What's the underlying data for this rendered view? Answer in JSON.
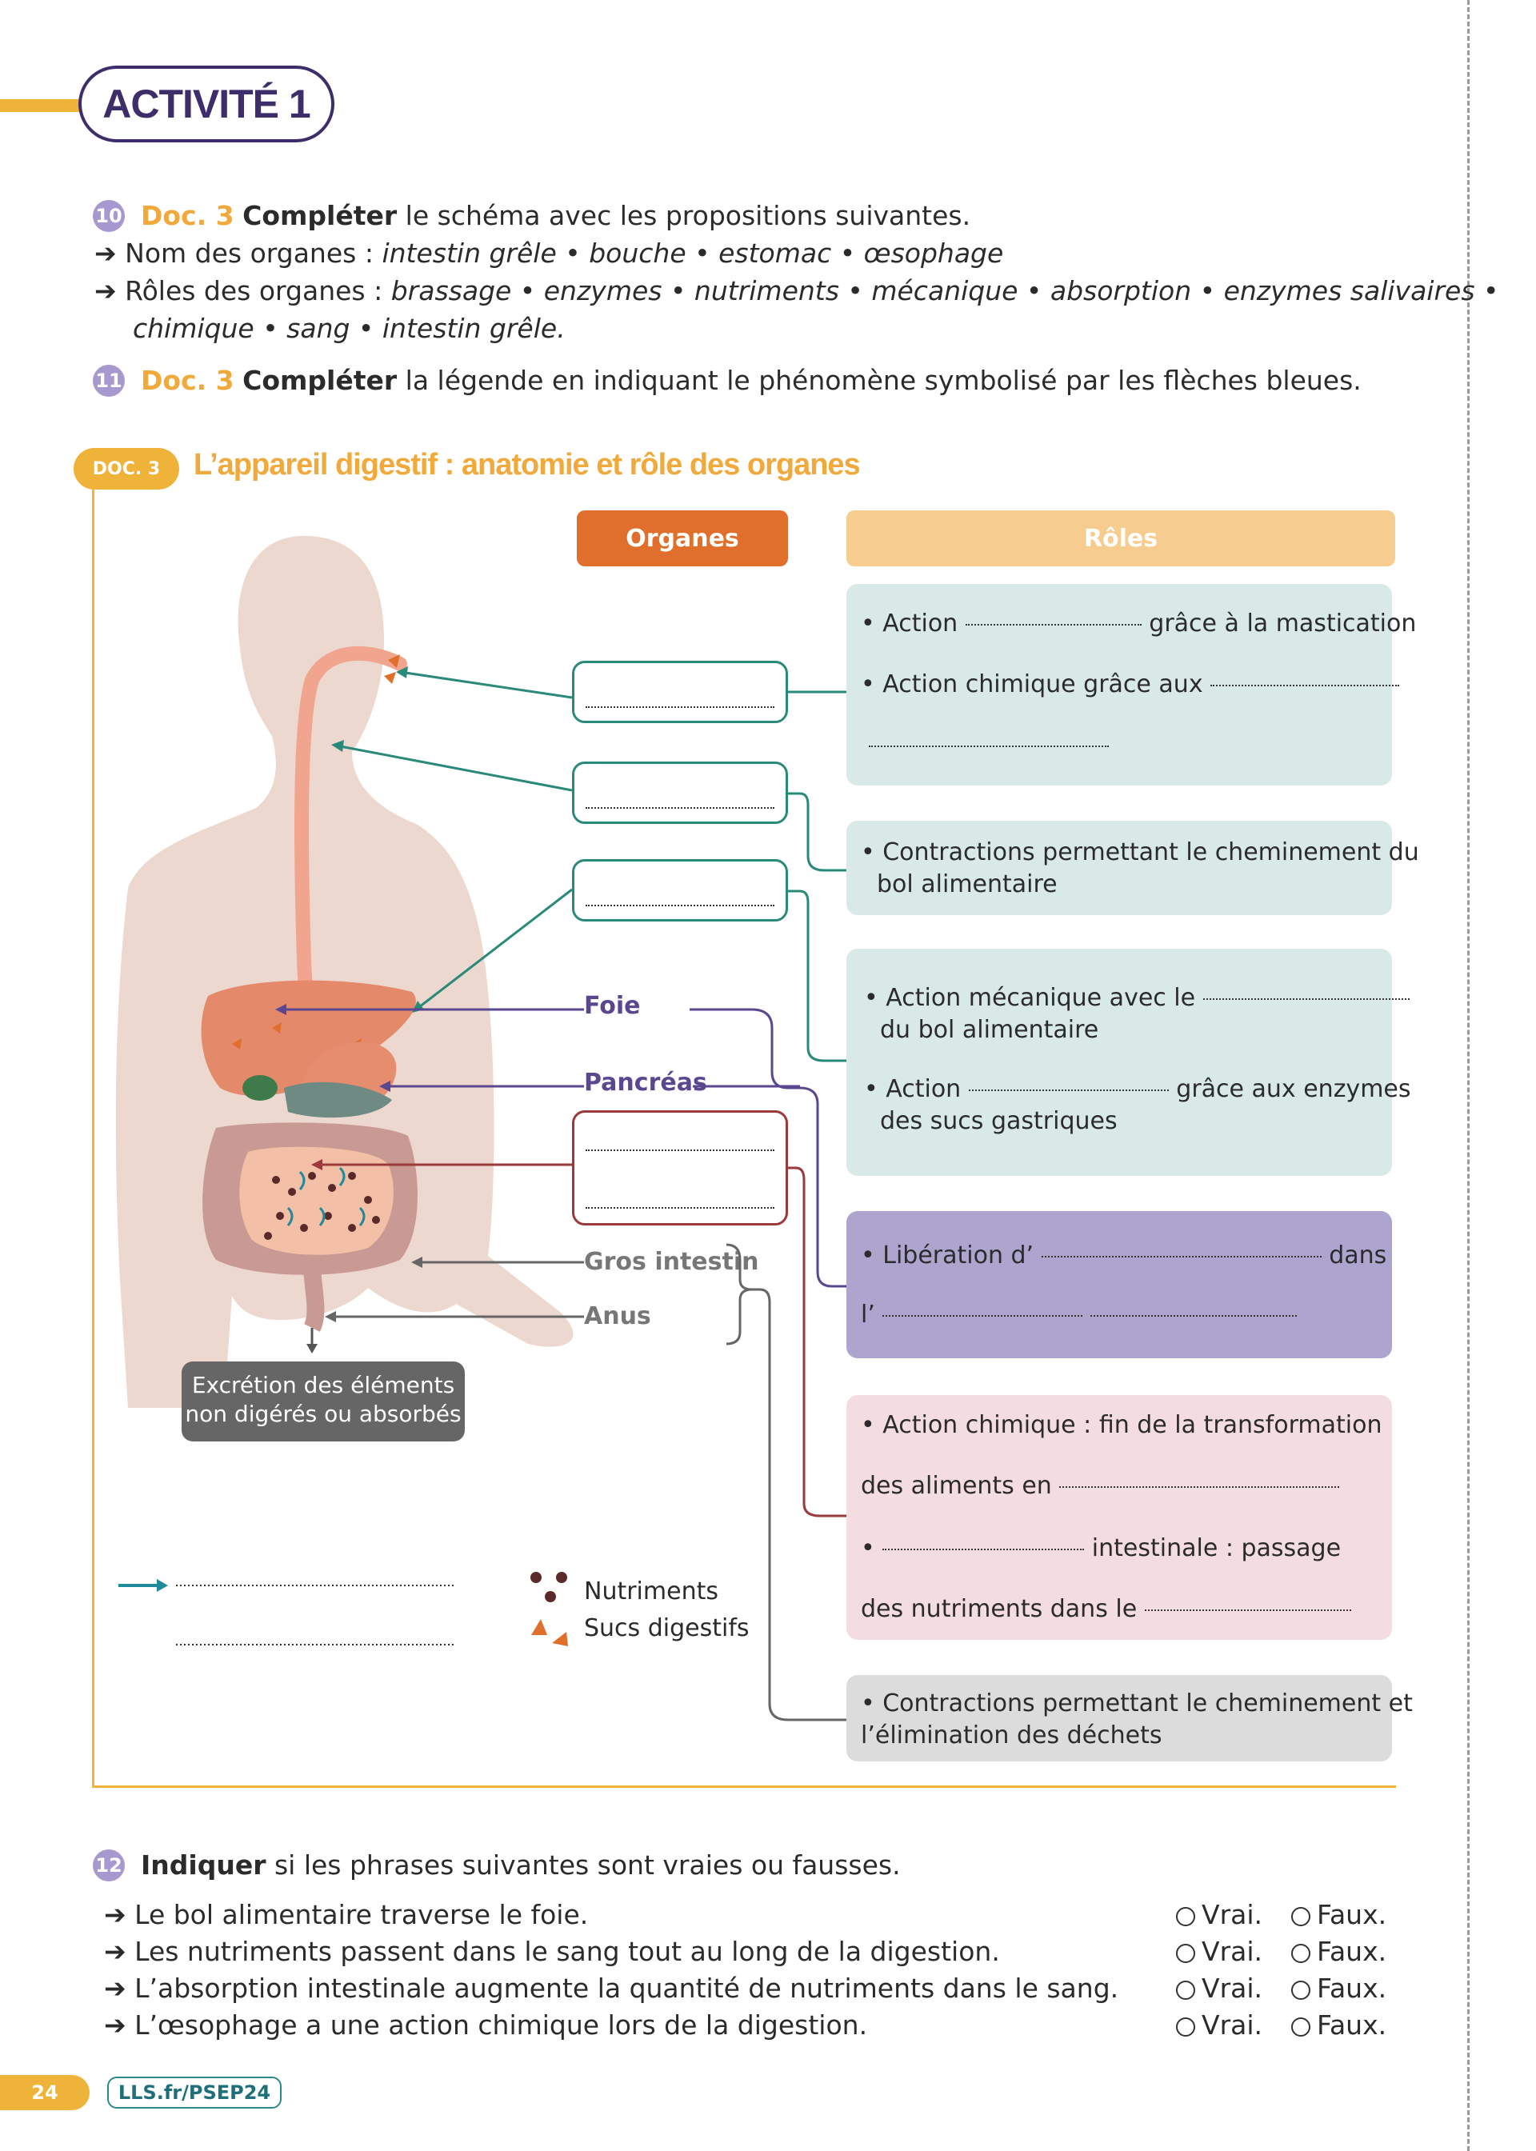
{
  "header": {
    "activity": "ACTIVITÉ 1"
  },
  "q10": {
    "num": "10",
    "doc": "Doc. 3",
    "verb": "Compléter",
    "rest": " le schéma avec les propositions suivantes.",
    "line2_prefix": "Nom des organes : ",
    "line2_items": "intestin grêle • bouche • estomac • œsophage",
    "line3_prefix": "Rôles des organes : ",
    "line3_items": "brassage • enzymes • nutriments • mécanique • absorption • enzymes salivaires •",
    "line4_items": "chimique • sang • intestin grêle."
  },
  "q11": {
    "num": "11",
    "doc": "Doc. 3",
    "verb": "Compléter",
    "rest": " la légende en indiquant le phénomène symbolisé par les flèches bleues."
  },
  "doc3": {
    "badge": "DOC. 3",
    "title": "L’appareil digestif : anatomie et rôle des organes",
    "col_organes": "Organes",
    "col_roles": "Rôles",
    "labels": {
      "foie": "Foie",
      "pancreas": "Pancréas",
      "gros_intestin": "Gros intestin",
      "anus": "Anus"
    },
    "excretion": [
      "Excrétion des éléments",
      "non digérés ou absorbés"
    ],
    "legend": {
      "nutriments": "Nutriments",
      "sucs": "Sucs digestifs"
    },
    "roles": {
      "bouche_1a": "• Action",
      "bouche_1b": "grâce à la mastication",
      "bouche_2": "• Action chimique grâce aux",
      "oesophage_1": "• Contractions permettant le cheminement du",
      "oesophage_2": "bol alimentaire",
      "estomac_1": "• Action mécanique avec le",
      "estomac_2": "du bol alimentaire",
      "estomac_3a": "• Action",
      "estomac_3b": "grâce aux enzymes",
      "estomac_4": "des sucs gastriques",
      "pancreas_1a": "• Libération d’",
      "pancreas_1b": "dans",
      "pancreas_2": "l’",
      "grele_1": "• Action chimique : fin de la transformation",
      "grele_2": "des aliments en",
      "grele_3a": "•",
      "grele_3b": "intestinale : passage",
      "grele_4": "des nutriments dans le",
      "gros_1": "• Contractions permettant le cheminement et",
      "gros_2": "l’élimination des déchets"
    },
    "colors": {
      "teal_box": "#d8e9e8",
      "purple_box": "#aea5cf",
      "pink_box": "#f4dde1",
      "grey_box": "#dcdcdc",
      "teal_line": "#2a8a7a",
      "purple_line": "#5a4790",
      "red_line": "#9a3a3a"
    }
  },
  "q12": {
    "num": "12",
    "verb": "Indiquer",
    "rest": " si les phrases suivantes sont vraies ou fausses.",
    "items": [
      "Le bol alimentaire traverse le foie.",
      "Les nutriments passent dans le sang tout au long de la digestion.",
      "L’absorption intestinale augmente la quantité de nutriments dans le sang.",
      "L’œsophage a une action chimique lors de la digestion."
    ],
    "vrai": "Vrai.",
    "faux": "Faux."
  },
  "footer": {
    "page": "24",
    "link": "LLS.fr/PSEP24"
  }
}
